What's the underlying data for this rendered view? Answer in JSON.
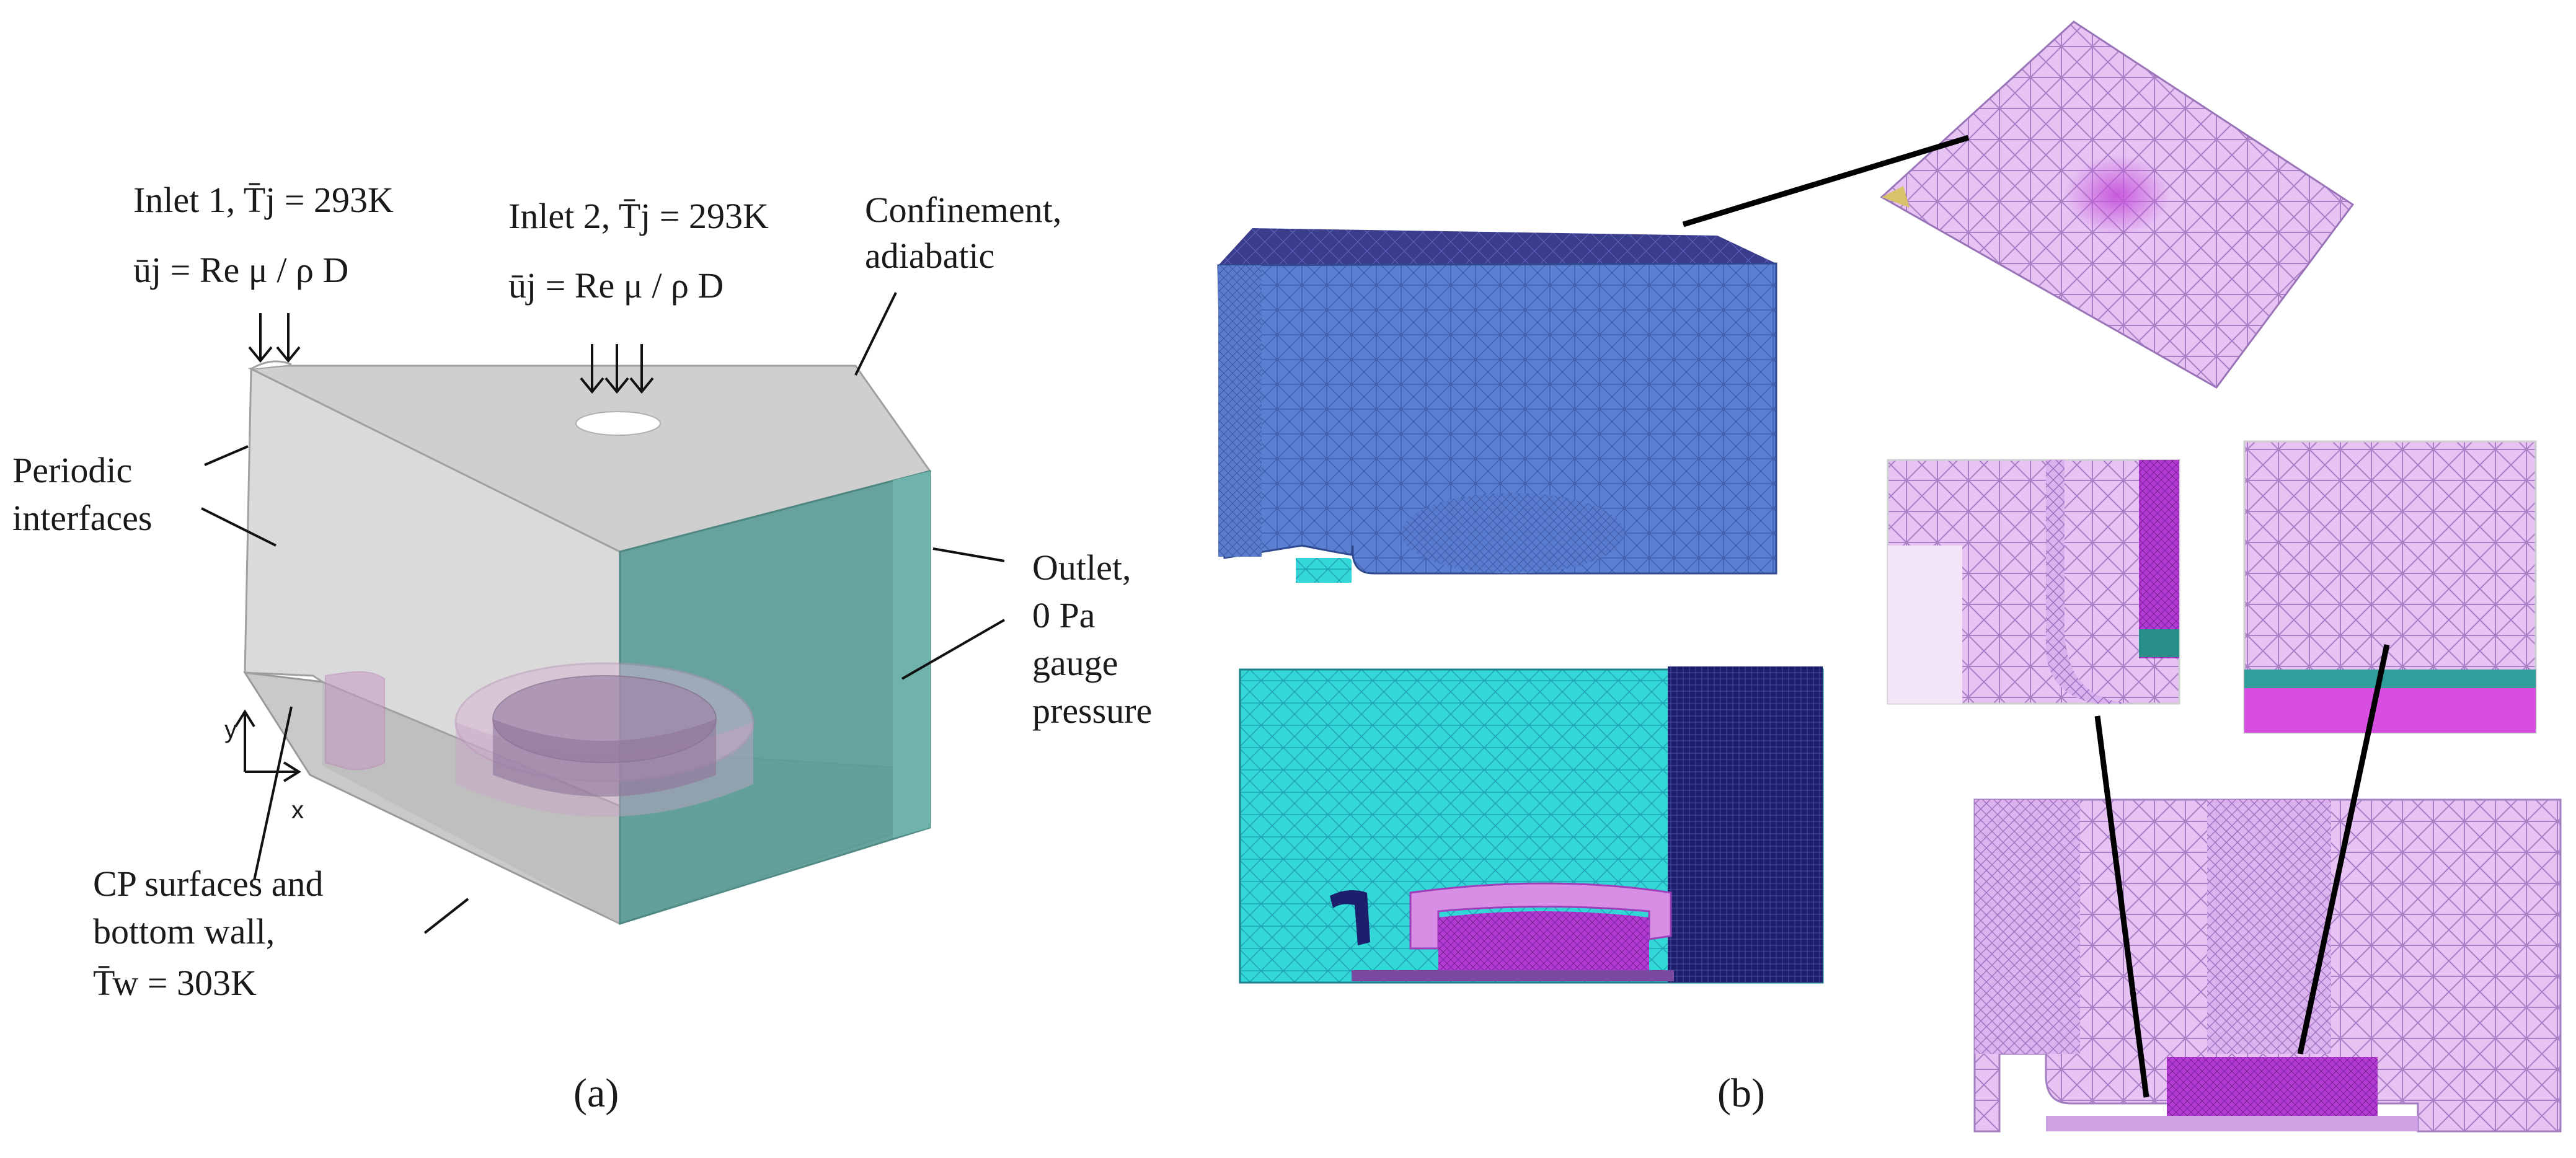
{
  "panel_a": {
    "inlet1": {
      "line1": "Inlet 1, T̄j = 293K",
      "line2": "ūj = Re μ / ρ D"
    },
    "inlet2": {
      "line1": "Inlet 2, T̄j = 293K",
      "line2": "ūj = Re μ / ρ D"
    },
    "confinement": [
      "Confinement,",
      "adiabatic"
    ],
    "periodic": [
      "Periodic",
      "interfaces"
    ],
    "outlet": [
      "Outlet,",
      "0 Pa",
      "gauge",
      "pressure"
    ],
    "cp_surfaces": [
      "CP surfaces and",
      "bottom wall,",
      "T̄w = 303K"
    ],
    "axis_y": "y",
    "axis_x": "x",
    "caption": "(a)",
    "colors": {
      "grey_face": "#d9d9d9",
      "teal_face": "#5f9e98",
      "pink": "#c8a6c8",
      "inlet_hole": "#ffffff"
    }
  },
  "panel_b": {
    "caption": "(b)",
    "colors": {
      "mesh_blue": "#5b7fd0",
      "mesh_top": "#3b3e8c",
      "cyan": "#33d6d6",
      "navy": "#1c1f6b",
      "magenta": "#b43ad4",
      "lilac": "#e0b8f0",
      "lilac_dark": "#b98ad6"
    }
  }
}
